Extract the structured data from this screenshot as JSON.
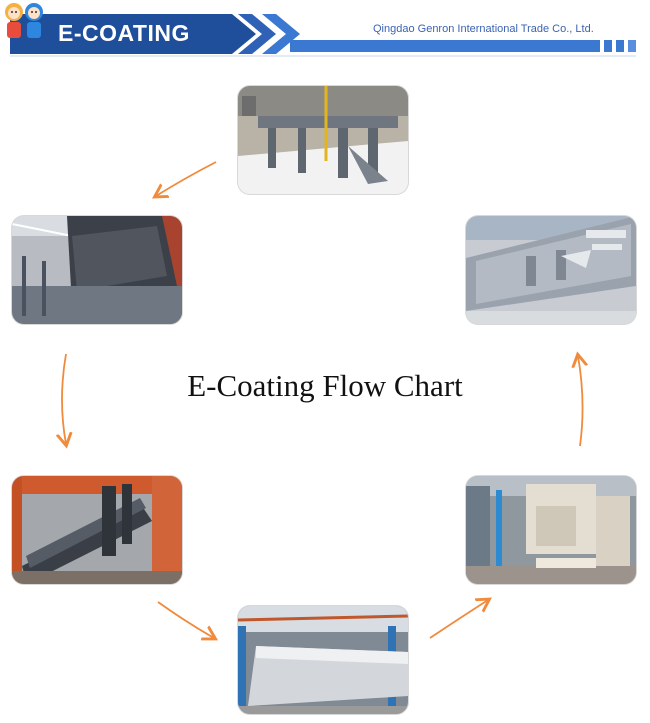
{
  "header": {
    "title": "E-COATING",
    "company": "Qingdao Genron International Trade Co., Ltd.",
    "colors": {
      "dark_blue": "#1f4e9b",
      "light_blue": "#3a78d1",
      "company_text": "#3b63b3"
    }
  },
  "diagram": {
    "title": "E-Coating Flow Chart",
    "arrow_color": "#f08a3c",
    "steps": [
      {
        "position": "top",
        "image": "frame parts hanging on conveyor before tank"
      },
      {
        "position": "upper-left",
        "image": "dark frame entering coating bath"
      },
      {
        "position": "lower-left",
        "image": "frames on overhead line in workshop"
      },
      {
        "position": "bottom",
        "image": "grey coated beam in workshop"
      },
      {
        "position": "lower-right",
        "image": "curing oven / booth"
      },
      {
        "position": "upper-right",
        "image": "finished grey coated chassis frame"
      }
    ]
  }
}
